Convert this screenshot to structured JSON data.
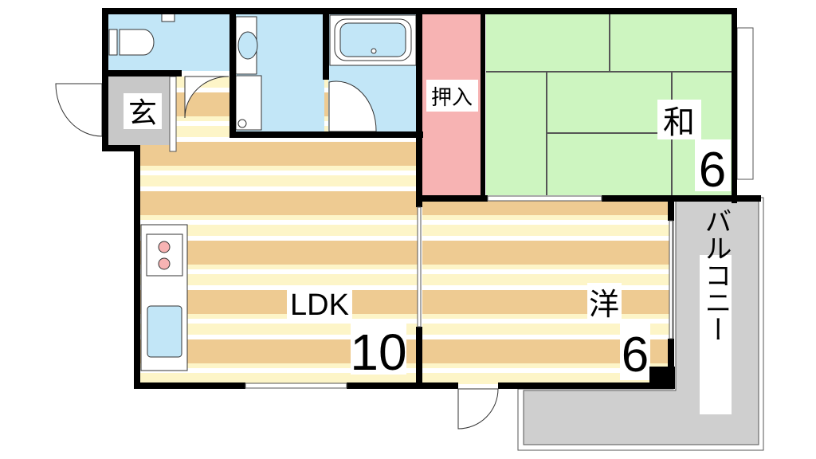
{
  "rooms": {
    "entrance": {
      "label": "玄"
    },
    "closet": {
      "label": "押入"
    },
    "japanese_room": {
      "label": "和",
      "size": "6"
    },
    "ldk": {
      "label": "LDK",
      "size": "10"
    },
    "western_room": {
      "label": "洋",
      "size": "6"
    },
    "balcony": {
      "label": "バルコニー"
    }
  },
  "colors": {
    "wet_area": "#c2e6f7",
    "closet": "#f7b3b3",
    "tatami": "#cdf5c0",
    "floor_dark": "#eecb92",
    "floor_light": "#fdf5c8",
    "balcony": "#cfcfcf",
    "entrance": "#c8c8c8",
    "wall": "#000000"
  }
}
